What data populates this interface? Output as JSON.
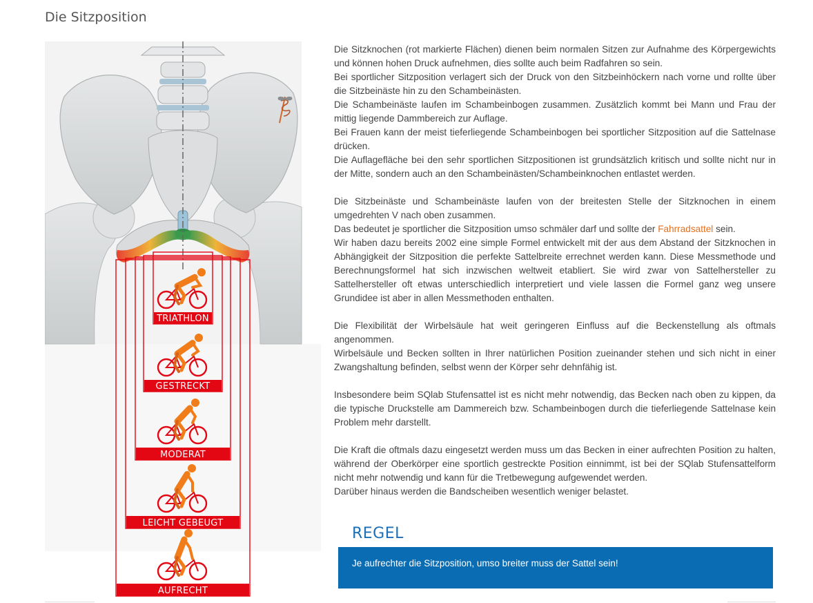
{
  "page": {
    "title": "Die Sitzposition"
  },
  "figure": {
    "icon": "caduceus-icon",
    "positions": [
      {
        "label": "TRIATHLON"
      },
      {
        "label": "GESTRECKT"
      },
      {
        "label": "MODERAT"
      },
      {
        "label": "LEICHT GEBEUGT"
      },
      {
        "label": "AUFRECHT"
      }
    ]
  },
  "content": {
    "p1_l1": "Die Sitzknochen (rot markierte Flächen) dienen beim normalen Sitzen zur Aufnahme des Körpergewichts und können hohen Druck aufnehmen, dies sollte auch beim Radfahren so sein.",
    "p1_l2": "Bei sportlicher Sitzposition verlagert sich der Druck von den Sitzbeinhöckern nach vorne und rollte über die Sitzbeinäste hin zu den Schambeinästen.",
    "p1_l3": "Die Schambeinäste laufen im Schambeinbogen zusammen. Zusätzlich kommt bei Mann und Frau der mittig liegende Dammbereich zur Auflage.",
    "p1_l4": "Bei Frauen kann der meist tieferliegende Schambeinbogen bei sportlicher Sitzposition auf die Sattelnase drücken.",
    "p1_l5": "Die Auflagefläche bei den sehr sportlichen Sitzpositionen ist grundsätzlich kritisch und sollte nicht nur in der Mitte, sondern auch an den Schambeinästen/Schambeinknochen entlastet werden.",
    "p2_l1": "Die Sitzbeinäste und Schambeinäste laufen von der breitesten Stelle der Sitzknochen in einem umgedrehten V nach oben zusammen.",
    "p2_l2_before": "Das bedeutet je sportlicher die Sitzposition umso schmäler darf und sollte der ",
    "p2_l2_link": "Fahrradsattel",
    "p2_l2_after": " sein.",
    "p2_l3": "Wir haben dazu bereits 2002 eine simple Formel entwickelt mit der aus dem Abstand der Sitzknochen in Abhängigkeit der Sitzposition die perfekte Sattelbreite errechnet werden kann. Diese Messmethode und Berechnungsformel hat sich inzwischen weltweit etabliert. Sie wird zwar von Sattelhersteller zu Sattelhersteller oft etwas unterschiedlich interpretiert und viele lassen die Formel ganz weg unsere Grundidee ist aber in allen Messmethoden enthalten.",
    "p3_l1": "Die Flexibilität der Wirbelsäule hat weit geringeren Einfluss auf die Beckenstellung als oftmals angenommen.",
    "p3_l2": "Wirbelsäule und Becken sollten in Ihrer natürlichen Position zueinander stehen und sich nicht in einer Zwangshaltung befinden, selbst wenn der Körper sehr dehnfähig ist.",
    "p4_l1": "Insbesondere beim SQlab Stufensattel ist es nicht mehr notwendig, das Becken nach oben zu kippen, da die typische Druckstelle am Dammereich bzw. Schambeinbogen durch die tieferliegende Sattelnase kein Problem mehr darstellt.",
    "p5_l1": "Die Kraft die oftmals dazu eingesetzt werden muss um das Becken in einer aufrechten Position zu halten, während der Oberkörper eine sportlich gestreckte Position einnimmt, ist bei der SQlab Stufensattelform nicht mehr notwendig und kann für die Tretbewegung aufgewendet werden.",
    "p5_l2": "Darüber hinaus werden die Bandscheiben wesentlich weniger belastet."
  },
  "rule": {
    "heading": "REGEL",
    "text": "Je aufrechter die Sitzposition, umso breiter muss der Sattel sein!"
  },
  "colors": {
    "accent_red": "#e30613",
    "rider_orange": "#f07d1a",
    "rule_blue": "#0a6cb3",
    "link_orange": "#e3701f"
  }
}
